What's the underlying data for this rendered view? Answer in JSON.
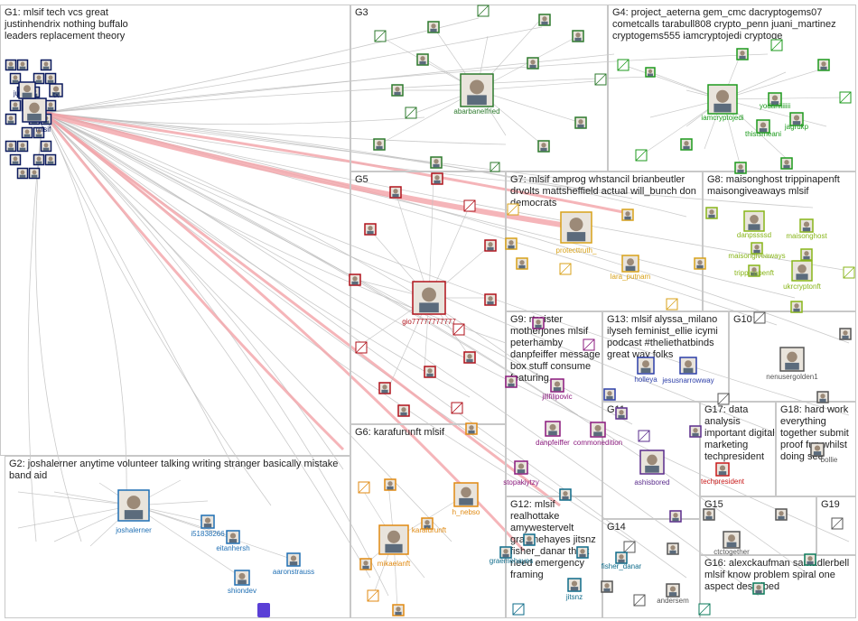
{
  "colors": {
    "edge": "#bdbdbd",
    "strong_edge": "#f2a3a8",
    "g1": "#0b1a5e",
    "g2": "#1f6fb4",
    "g3": "#2d7a2d",
    "g4": "#1d9a1d",
    "g5": "#b0121b",
    "g6": "#e08a12",
    "g7": "#d8a21a",
    "g8": "#88b51a",
    "g9": "#8b1a7e",
    "g13": "#2c3ea8",
    "g11": "#5a2c8c",
    "g17": "#c81a1a",
    "g12": "#0e6b8a",
    "g16": "#0a7a5a"
  },
  "groups": [
    {
      "id": "G1",
      "label": "G1: mlsif tech vcs great justinhendrix nothing buffalo leaders replacement theory"
    },
    {
      "id": "G2",
      "label": "G2: joshalerner anytime volunteer talking writing stranger basically mistake band aid"
    },
    {
      "id": "G3",
      "label": "G3"
    },
    {
      "id": "G4",
      "label": "G4: project_aeterna gem_cmc dacryptogems07 cometcalls tarabull808 crypto_penn juani_martinez cryptogems555 iamcryptojedi cryptoge"
    },
    {
      "id": "G5",
      "label": "G5"
    },
    {
      "id": "G6",
      "label": "G6: karafurunft mlsif"
    },
    {
      "id": "G7",
      "label": "G7: mlsif amprog whstancil brianbeutler drvolts mattsheffield actual will_bunch don democrats"
    },
    {
      "id": "G8",
      "label": "G8: maisonghost trippinapenft maisongiveaways mlsif"
    },
    {
      "id": "G9",
      "label": "G9: rtraister motherjones mlsif peterhamby danpfeiffer message box stuff consume featuring"
    },
    {
      "id": "G10",
      "label": "G10"
    },
    {
      "id": "G11",
      "label": "G11"
    },
    {
      "id": "G12",
      "label": "G12: mlsif realhottake amywestervelt graemehayes jitsnz fisher_danar think need emergency framing"
    },
    {
      "id": "G13",
      "label": "G13: mlsif alyssa_milano ilyseh feminist_ellie icymi podcast #theliethatbinds great way folks"
    },
    {
      "id": "G14",
      "label": "G14"
    },
    {
      "id": "G15",
      "label": "G15"
    },
    {
      "id": "G16",
      "label": "G16: alexckaufman samadlerbell mlsif know problem spiral one aspect described"
    },
    {
      "id": "G17",
      "label": "G17: data analysis important digital marketing techpresident"
    },
    {
      "id": "G18",
      "label": "G18: hard work everything together submit proof fun whilst doing see"
    },
    {
      "id": "G19",
      "label": "G19"
    }
  ],
  "nodes": [
    {
      "id": "mlsif",
      "label": "mlsif",
      "group": "G1",
      "icon": "avatar-icon"
    },
    {
      "id": "justinhendrix",
      "label": "ju",
      "group": "G1",
      "icon": "avatar-icon"
    },
    {
      "id": "tx",
      "label": "tx",
      "group": "G1",
      "icon": "avatar-icon"
    },
    {
      "id": "joshalerner",
      "label": "joshalerner",
      "group": "G2",
      "icon": "avatar-icon"
    },
    {
      "id": "i51838266",
      "label": "i51838266",
      "group": "G2",
      "icon": "avatar-icon"
    },
    {
      "id": "eitanhersh",
      "label": "eitanhersh",
      "group": "G2",
      "icon": "avatar-icon"
    },
    {
      "id": "aaronstrauss",
      "label": "aaronstrauss",
      "group": "G2",
      "icon": "avatar-icon"
    },
    {
      "id": "shiondev",
      "label": "shiondev",
      "group": "G2",
      "icon": "avatar-icon"
    },
    {
      "id": "abarbanelfried",
      "label": "abarbanelfried",
      "group": "G3",
      "icon": "avatar-icon"
    },
    {
      "id": "iamcryptojedi",
      "label": "iamcryptojedi",
      "group": "G4",
      "icon": "avatar-icon"
    },
    {
      "id": "yodaniiiiiii",
      "label": "yodaniiiiiii",
      "group": "G4",
      "icon": "avatar-icon"
    },
    {
      "id": "jagrukp",
      "label": "jagrukp",
      "group": "G4",
      "icon": "avatar-icon"
    },
    {
      "id": "thisismeani",
      "label": "thisismeani",
      "group": "G4",
      "icon": "avatar-icon"
    },
    {
      "id": "gio77777777777",
      "label": "gio77777777777",
      "group": "G5",
      "icon": "avatar-icon"
    },
    {
      "id": "protecttruth",
      "label": "protecttruth_",
      "group": "G7",
      "icon": "avatar-icon"
    },
    {
      "id": "lara_putnam",
      "label": "lara_putnam",
      "group": "G7",
      "icon": "avatar-icon"
    },
    {
      "id": "danpsssssd",
      "label": "danpssssd",
      "group": "G8",
      "icon": "avatar-icon"
    },
    {
      "id": "maisonghost",
      "label": "maisonghost",
      "group": "G8",
      "icon": "avatar-icon"
    },
    {
      "id": "maisongiveaways",
      "label": "maisongiveaways",
      "group": "G8",
      "icon": "avatar-icon"
    },
    {
      "id": "trippinapenft",
      "label": "trippinapenft",
      "group": "G8",
      "icon": "avatar-icon"
    },
    {
      "id": "ukrcryptonft",
      "label": "ukrcryptonft",
      "group": "G8",
      "icon": "avatar-icon"
    },
    {
      "id": "jillfilipovic",
      "label": "jillfilipovic",
      "group": "G9",
      "icon": "avatar-icon"
    },
    {
      "id": "danpfeiffer",
      "label": "danpfeiffer",
      "group": "G9",
      "icon": "avatar-icon"
    },
    {
      "id": "commonedition",
      "label": "commonedition",
      "group": "G9",
      "icon": "avatar-icon"
    },
    {
      "id": "holleya",
      "label": "holleya",
      "group": "G13",
      "icon": "avatar-icon"
    },
    {
      "id": "jesusnarrowway",
      "label": "jesusnarrowway",
      "group": "G13",
      "icon": "avatar-icon"
    },
    {
      "id": "nenusergolden1",
      "label": "nenusergolden1",
      "group": "G10",
      "icon": "avatar-icon"
    },
    {
      "id": "ashisbored",
      "label": "ashisbored",
      "group": "G11",
      "icon": "avatar-icon"
    },
    {
      "id": "techpresident",
      "label": "techpresident",
      "group": "G17",
      "icon": "avatar-icon"
    },
    {
      "id": "stopakiytzy",
      "label": "stopakiytzy",
      "group": "G9",
      "icon": "avatar-icon"
    },
    {
      "id": "karafurunft",
      "label": "karafurunft",
      "group": "G6",
      "icon": "avatar-icon"
    },
    {
      "id": "h_nebso",
      "label": "h_nebso",
      "group": "G6",
      "icon": "avatar-icon"
    },
    {
      "id": "mikaelanft",
      "label": "mikaelanft",
      "group": "G6",
      "icon": "avatar-icon"
    },
    {
      "id": "graemehayes",
      "label": "graemehayes",
      "group": "G12",
      "icon": "avatar-icon"
    },
    {
      "id": "fisher_danar",
      "label": "fisher_danar",
      "group": "G12",
      "icon": "avatar-icon"
    },
    {
      "id": "jitsnz",
      "label": "jitsnz",
      "group": "G12",
      "icon": "avatar-icon"
    },
    {
      "id": "andersem",
      "label": "andersem",
      "group": "G14",
      "icon": "avatar-icon"
    },
    {
      "id": "ctctogether",
      "label": "ctctogether",
      "group": "G15",
      "icon": "avatar-icon"
    },
    {
      "id": "bollie",
      "label": "bollie",
      "group": "G18",
      "icon": "avatar-icon"
    }
  ]
}
